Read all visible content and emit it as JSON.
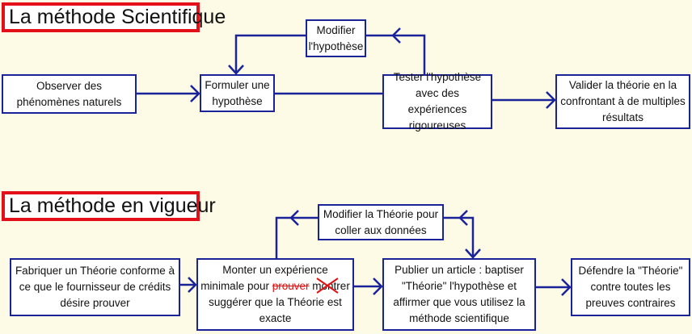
{
  "section1": {
    "title": "La méthode Scientifique",
    "observe": "Observer des phénomènes naturels",
    "formulate": "Formuler une hypothèse",
    "modify": "Modifier l'hypothèse",
    "test": "Tester l'hypothèse avec des expériences rigoureuses",
    "validate": "Valider la théorie en la confrontant à de multiples résultats"
  },
  "section2": {
    "title": "La méthode en vigueur",
    "fabricate": "Fabriquer un Théorie conforme à ce que le fournisseur de crédits désire prouver",
    "modify": "Modifier la Théorie pour coller aux données",
    "mount_pre": "Monter un expérience minimale pour",
    "mount_struck": "prouver",
    "mount_crossed": "montrer",
    "mount_post": "suggérer que la Théorie est exacte",
    "publish": "Publier un article : baptiser \"Théorie\" l'hypothèse et affirmer que vous utilisez la méthode scientifique",
    "defend": "Défendre la \"Théorie\" contre toutes les preuves contraires"
  },
  "colors": {
    "box_border": "#1b239a",
    "title_border": "#e3101a",
    "background": "#fdfbe6"
  }
}
